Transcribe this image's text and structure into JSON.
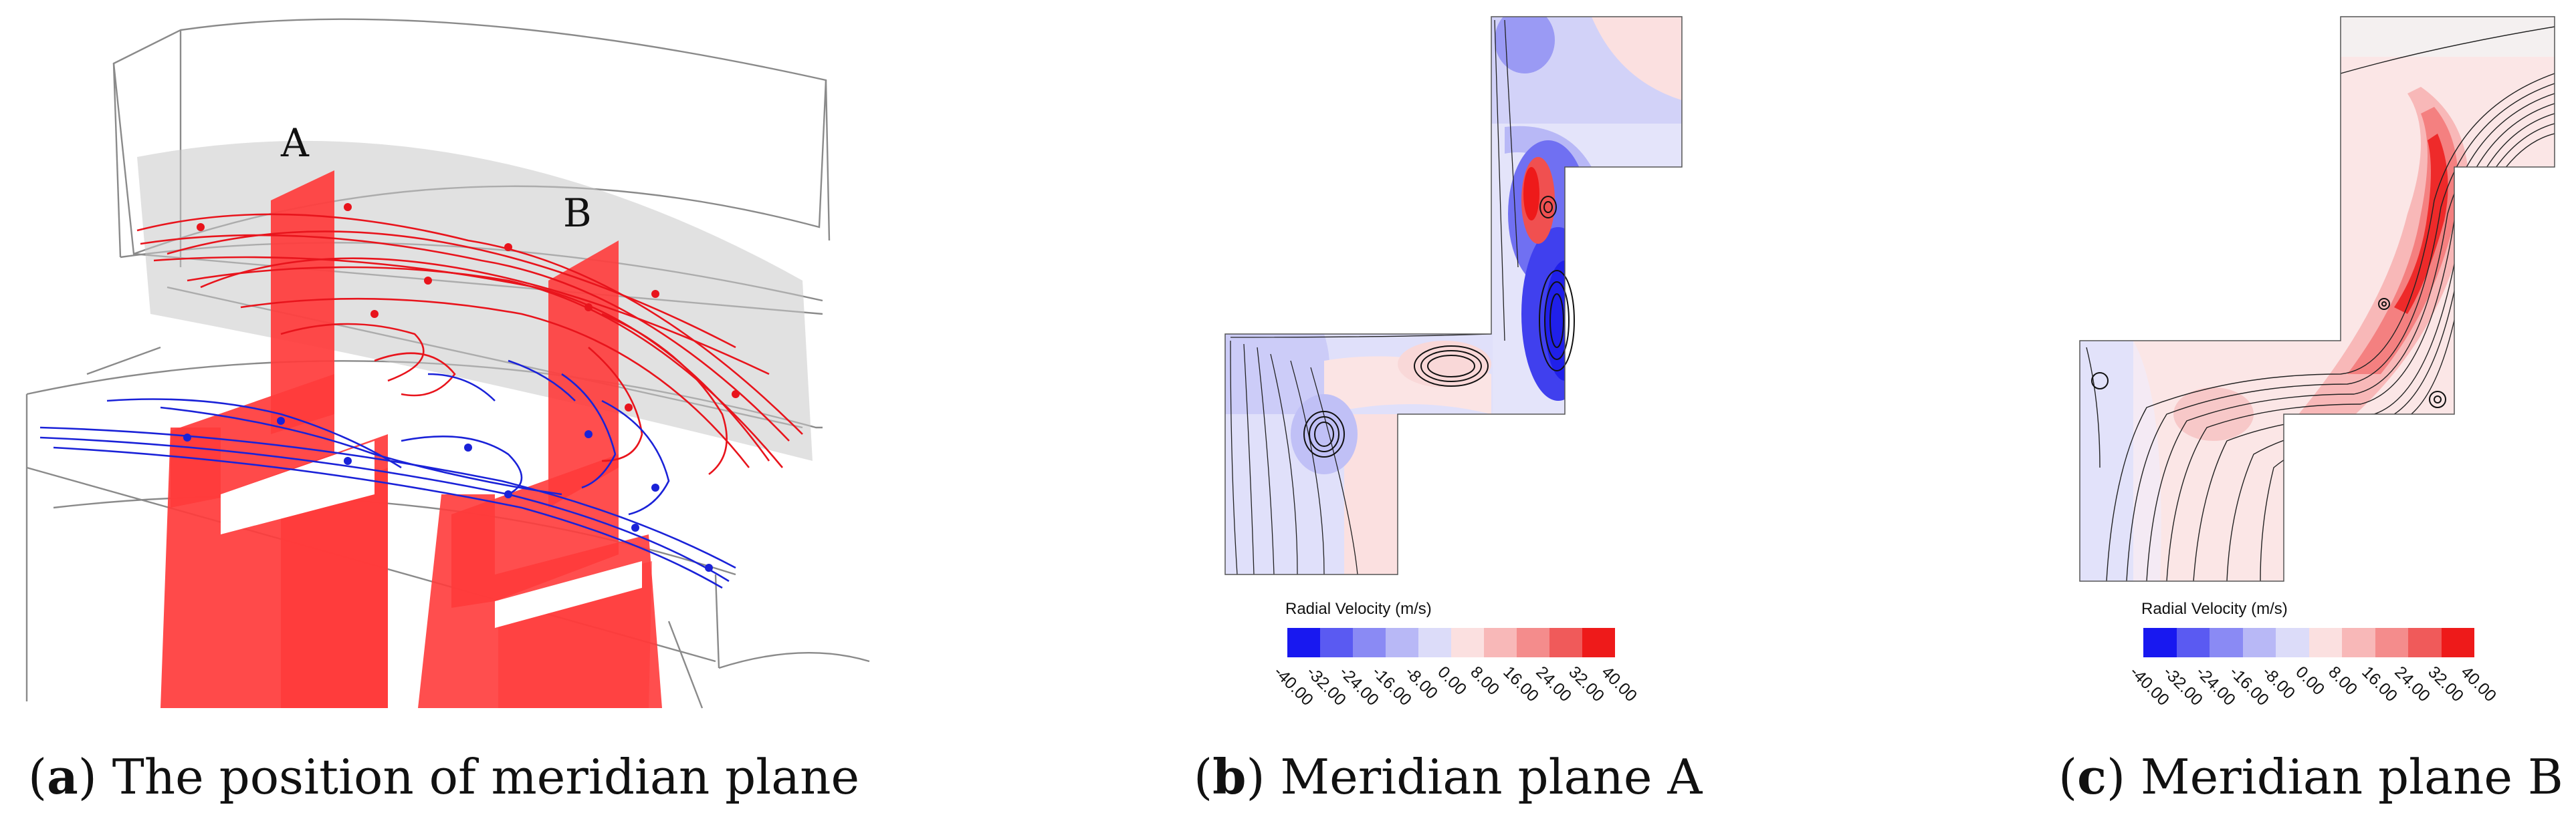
{
  "figure": {
    "panel_a": {
      "letter": "a",
      "caption_rest": " The position of meridian plane",
      "label_A": "A",
      "label_B": "B"
    },
    "panel_b": {
      "letter": "b",
      "caption_rest": " Meridian plane A",
      "colorbar_title": "Radial Velocity (m/s)"
    },
    "panel_c": {
      "letter": "c",
      "caption_rest": " Meridian plane B",
      "colorbar_title": "Radial Velocity (m/s)"
    },
    "colorbar": {
      "ticks": [
        "-40.00",
        "-32.00",
        "-24.00",
        "-16.00",
        "-8.00",
        "0.00",
        "8.00",
        "16.00",
        "24.00",
        "32.00",
        "40.00"
      ],
      "colors": [
        "#1818f0",
        "#5a5af2",
        "#8a8af4",
        "#b8b8f6",
        "#dcdcf9",
        "#fbe0e0",
        "#f8b8b8",
        "#f48c8c",
        "#f05a5a",
        "#ee1a1a"
      ]
    },
    "colors": {
      "plane_red": "#ff3b3b",
      "streak_red": "#e8141c",
      "streak_blue": "#1a22d8",
      "stream_black": "#222222"
    }
  }
}
